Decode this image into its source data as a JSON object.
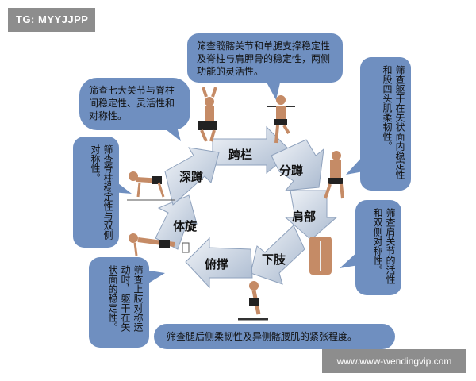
{
  "watermark_tag": "TG: MYYJJPP",
  "watermark_url": "www.www-wendingvip.com",
  "stations": {
    "kualan": "跨栏",
    "fendun": "分蹲",
    "jianbu": "肩部",
    "xiazhi": "下肢",
    "fucheng": "俯撑",
    "tixuan": "体旋",
    "shendun": "深蹲"
  },
  "bubbles": {
    "top": "筛查髋髂关节和单腿支撑稳定性及脊柱与肩胛骨的稳定性，两侧功能的灵活性。",
    "upper_left": "筛查七大关节与脊柱间稳定性、灵活性和对称性。",
    "right_top": "筛查躯干在矢状面内稳定性和股四头肌柔韧性。",
    "right_mid": "筛查肩关节的活性和双侧对称性。",
    "left": "筛查脊柱稳定性与双侧对称性。",
    "lower_left": "筛查上肢对称运动时，躯干在矢状面的稳定性。",
    "bottom": "筛查腿后侧柔韧性及异侧髂腰肌的紧张程度。"
  },
  "colors": {
    "bubble": "#6f8fc0",
    "arrow_light": "#dce4ef",
    "arrow_dark": "#9eb0c9",
    "watermark_bg": "#8d8d8d"
  }
}
